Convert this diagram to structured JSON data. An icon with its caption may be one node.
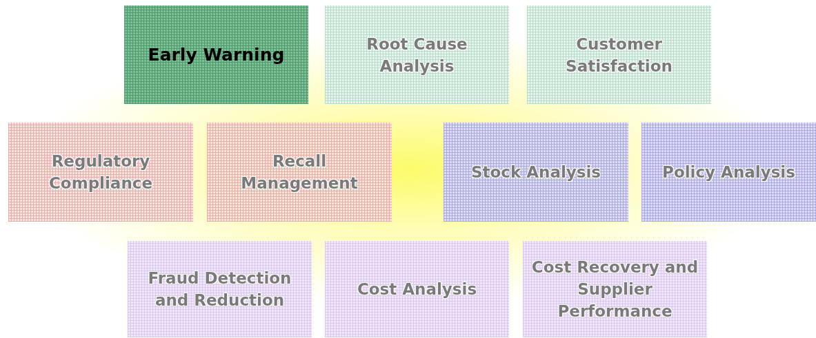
{
  "diagram": {
    "nodes": [
      {
        "text": [
          "Early Warning"
        ]
      },
      {
        "text": [
          "Root Cause Analysis"
        ]
      },
      {
        "text": [
          "Customer Satisfaction"
        ]
      },
      {
        "text": [
          "Regulatory Compliance"
        ]
      },
      {
        "text": [
          "Recall Management"
        ]
      },
      {
        "text": [
          "Stock Analysis"
        ]
      },
      {
        "text": [
          "Policy Analysis"
        ]
      },
      {
        "text": [
          "Fraud Detection and Reduction"
        ]
      },
      {
        "text": [
          "Cost Analysis"
        ]
      },
      {
        "text": [
          "Cost Recovery and Supplier Performance"
        ]
      }
    ]
  }
}
